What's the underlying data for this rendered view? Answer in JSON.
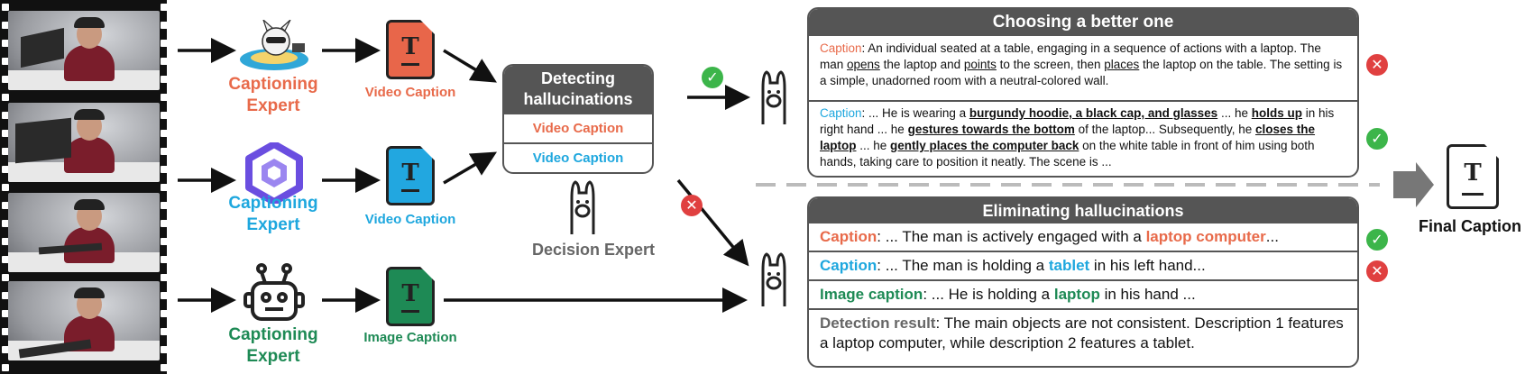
{
  "colors": {
    "orange": "#e86a4a",
    "blue": "#1ea7de",
    "green": "#1e8a55",
    "gray": "#555555",
    "ok": "#3cb54a",
    "bad": "#e04040"
  },
  "experts": [
    {
      "label": "Captioning Expert",
      "caption": "Video Caption",
      "icon": "llm-mascot-icon"
    },
    {
      "label": "Captioning Expert",
      "caption": "Video Caption",
      "icon": "multimodal-logo-icon"
    },
    {
      "label": "Captioning Expert",
      "caption": "Image Caption",
      "icon": "robot-icon"
    }
  ],
  "detect": {
    "title": "Detecting hallucinations",
    "items": [
      "Video Caption",
      "Video Caption"
    ]
  },
  "decision": {
    "label": "Decision Expert",
    "icon": "llama-icon"
  },
  "choose": {
    "title": "Choosing a better one",
    "label": "Caption",
    "c1": {
      "a": ": An individual seated at a table, engaging in a sequence of actions with a laptop. The man ",
      "opens": "opens",
      "b": " the laptop and ",
      "points": "points",
      "c": " to the screen, then ",
      "places": "places",
      "d": " the laptop on the table. The setting is a simple, unadorned room with a neutral-colored wall."
    },
    "c2": {
      "a": ": ... He is wearing a ",
      "h1": "burgundy hoodie, a black cap, and glasses",
      "b": " ... he ",
      "h2": "holds up",
      "c": " in his right hand ... he ",
      "h3": "gestures towards the bottom",
      "d": " of the laptop... Subsequently, he ",
      "h4": "closes the laptop",
      "e": " ... he ",
      "h5": "gently places the computer back",
      "f": " on the white table in front of him using both hands, taking care to position it neatly. The scene is ..."
    }
  },
  "elim": {
    "title": "Eliminating hallucinations",
    "r1": {
      "label": "Caption",
      "a": ": ... The man is actively engaged with a ",
      "h": "laptop computer",
      "b": "..."
    },
    "r2": {
      "label": "Caption",
      "a": ": ... The man is holding a ",
      "h": "tablet",
      "b": " in his left hand..."
    },
    "r3": {
      "label": "Image caption",
      "a": ": ... He is holding a ",
      "h": "laptop",
      "b": " in his hand ..."
    },
    "r4": {
      "label": "Detection result",
      "a": ": The main objects are not consistent. Description 1 features a laptop computer, while description 2 features a tablet."
    }
  },
  "final": {
    "label": "Final Caption"
  }
}
